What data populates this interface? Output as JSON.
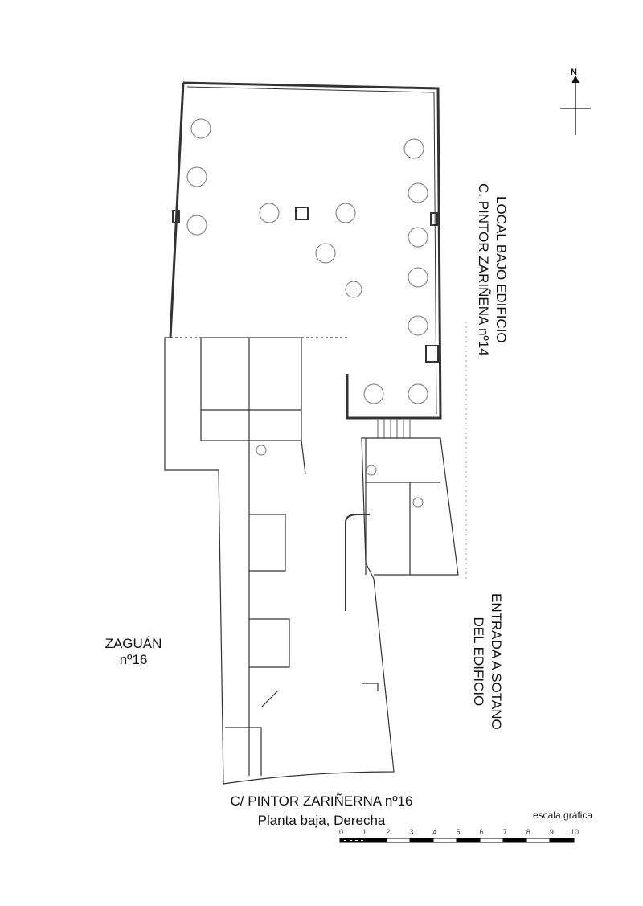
{
  "north_label": "N",
  "labels": {
    "local_line1": "LOCAL BAJO EDIFICIO",
    "local_line2": "C. PINTOR ZARIÑENA nº14",
    "entrada_line1": "ENTRADA A SOTANO",
    "entrada_line2": "DEL EDIFICIO",
    "zaguan_line1": "ZAGUÁN",
    "zaguan_line2": "nº16",
    "title_line1": "C/ PINTOR ZARIÑERNA nº16",
    "title_line2": "Planta baja, Derecha"
  },
  "scale": {
    "title": "escala gráfica",
    "ticks": [
      "0",
      "1",
      "2",
      "3",
      "4",
      "5",
      "6",
      "7",
      "8",
      "9",
      "10"
    ]
  }
}
